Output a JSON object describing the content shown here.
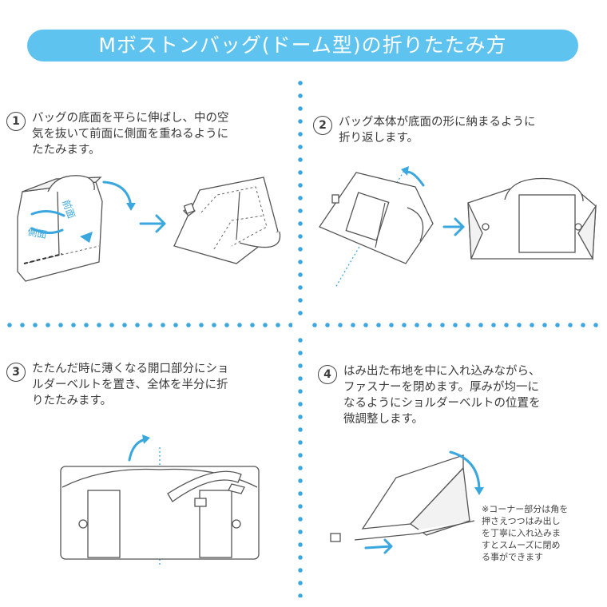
{
  "title": "Mボストンバッグ(ドーム型)の折りたたみ方",
  "colors": {
    "accent": "#5fc3ef",
    "divider": "#3aa7de",
    "text": "#333333"
  },
  "steps": [
    {
      "number": "1",
      "text": "バッグの底面を平らに伸ばし、中の空\n気を抜いて前面に側面を重ねるように\nたたみます。"
    },
    {
      "number": "2",
      "text": "バッグ本体が底面の形に納まるように\n折り返します。"
    },
    {
      "number": "3",
      "text": "たたんだ時に薄くなる開口部分にショ\nルダーベルトを置き、全体を半分に折\nりたたみます。"
    },
    {
      "number": "4",
      "text": "はみ出た布地を中に入れ込みながら、\nファスナーを閉めます。厚みが均一に\nなるようにショルダーベルトの位置を\n微調整します。"
    }
  ],
  "labels": {
    "front": "前面",
    "side": "側面"
  },
  "note": "※コーナー部分は角を\n押さえつつはみ出し\nを丁寧に入れ込みま\nすとスムーズに閉め\nる事ができます"
}
